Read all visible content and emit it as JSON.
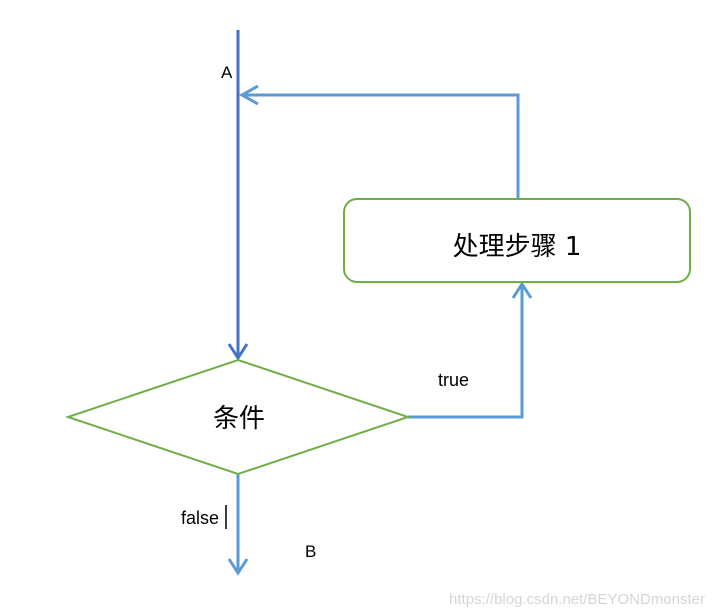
{
  "diagram": {
    "label_a": "A",
    "label_b": "B",
    "process_label": "处理步骤 1",
    "condition_label": "条件",
    "true_label": "true",
    "false_label": "false",
    "watermark": "https://blog.csdn.net/BEYONDmonster"
  },
  "colors": {
    "arrow": "#5b9bd5",
    "arrow_dark": "#4472c4",
    "shape_border": "#70ad47",
    "shape_fill": "#ffffff",
    "text": "#000000"
  }
}
